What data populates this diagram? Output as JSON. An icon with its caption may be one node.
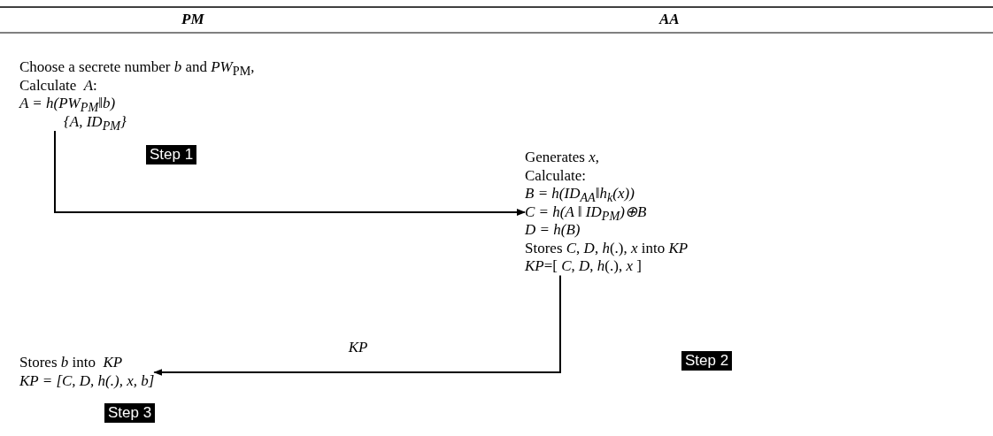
{
  "diagram": {
    "nodes": [
      {
        "text": [
          "Choose a secrete number *b* and *PW*$_{PM}$,",
          "Calculate  *A*:",
          "A = h(PW$_{PM}$‖b)",
          "{A, ID$_{PM}$}"
        ]
      },
      {
        "text": [
          "Generates *x*,",
          "Calculate:",
          "B = h(ID$_{AA}$‖h$_{k}$(x))",
          "C = h(A ‖ ID$_{PM}$)⊕B",
          "D = h(B)",
          "Stores *C*, *D*, *h*(.), *x* into *KP*",
          "*KP*=[ *C*, *D*, *h*(.), *x* ]"
        ]
      },
      {
        "text": [
          "Stores *b* into  *KP*",
          "KP = [C, D, h(.), x, b]"
        ]
      }
    ],
    "edges": [
      {
        "from": 0,
        "to": 1,
        "arrow": "to"
      },
      {
        "from": 1,
        "to": 2,
        "arrow": "to",
        "label": "KP"
      }
    ],
    "labels": [
      "PM",
      "AA",
      "Step 1",
      "Step 2",
      "Step 3"
    ]
  }
}
